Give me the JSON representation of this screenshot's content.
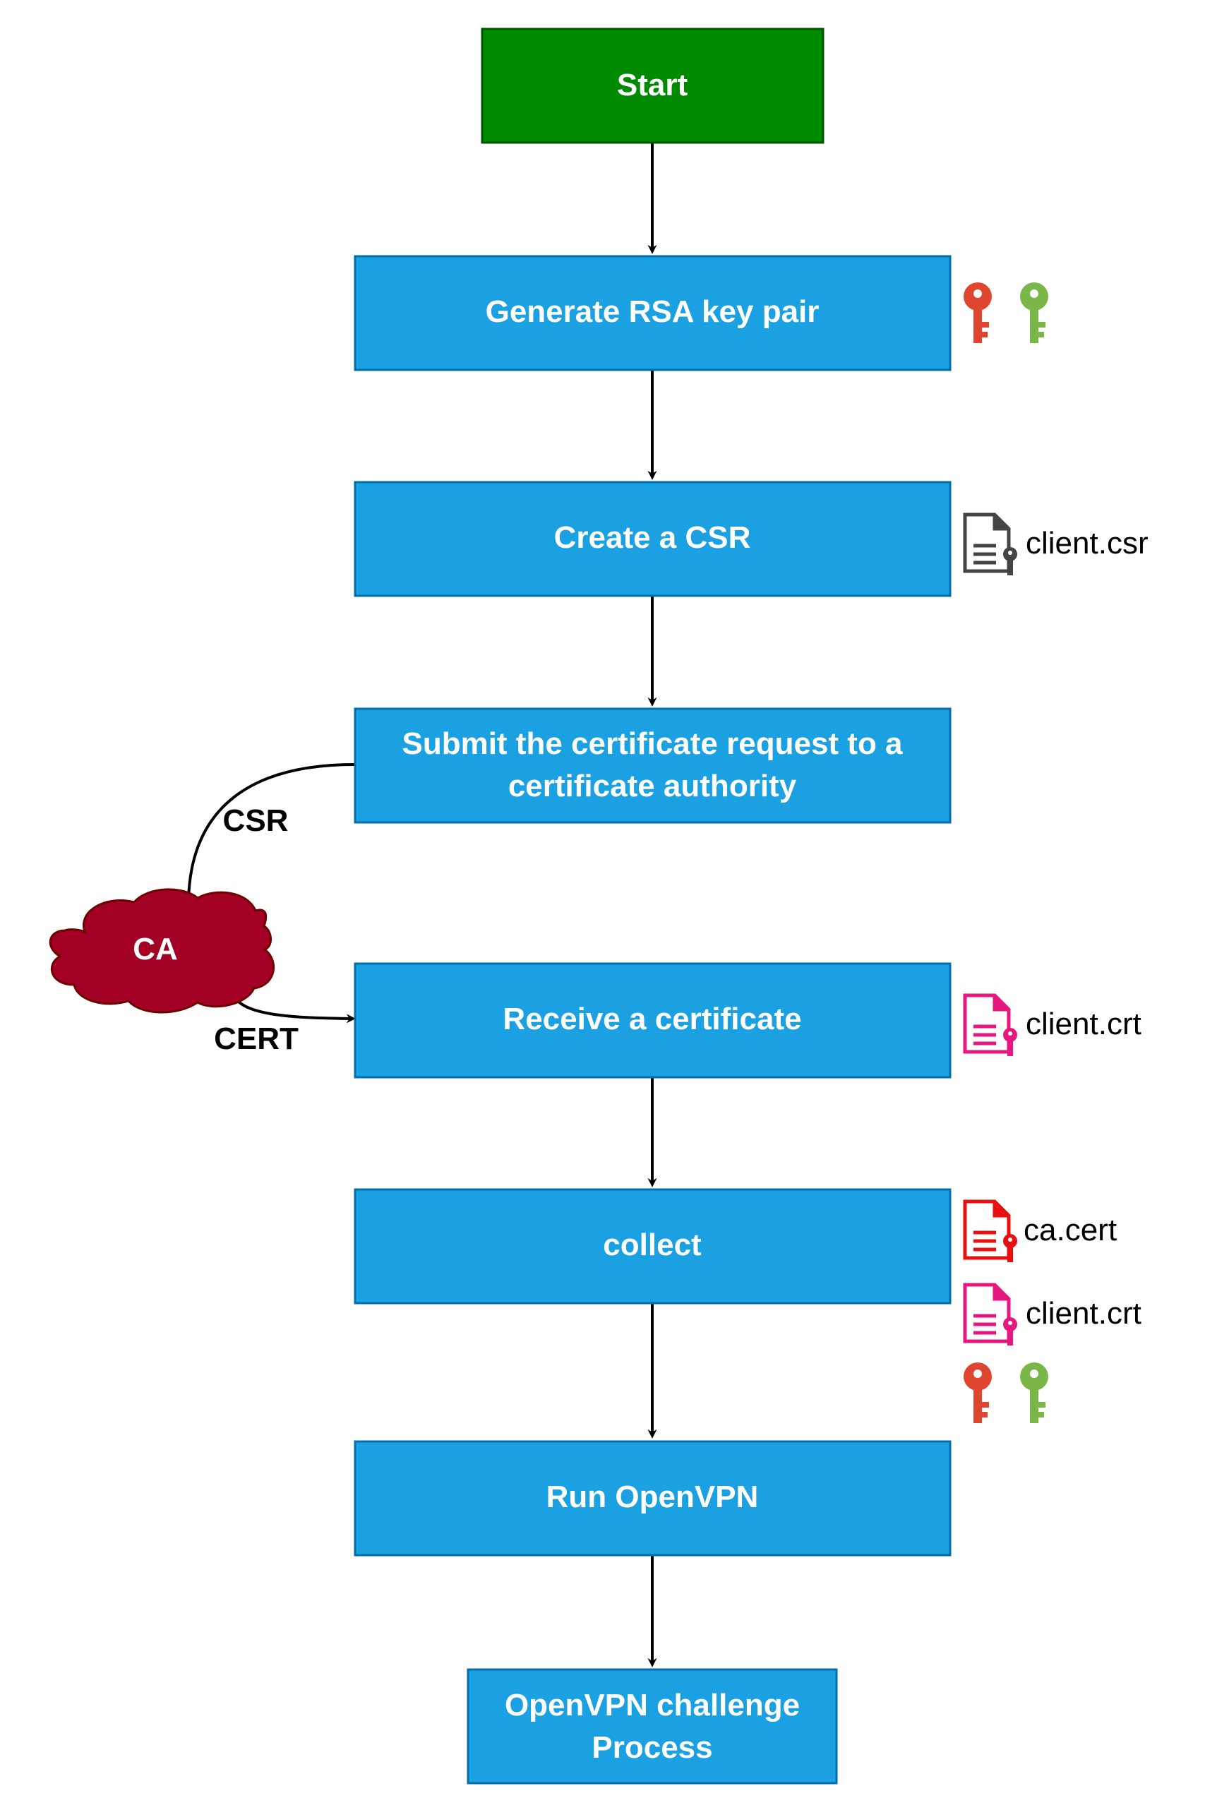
{
  "colors": {
    "start_fill": "#008a00",
    "start_stroke": "#005700",
    "process_fill": "#1ba1e2",
    "process_stroke": "#006eaf",
    "ca_fill": "#a20025",
    "ca_stroke": "#6f0000",
    "key_red": "#e0452f",
    "key_green": "#7ab648",
    "doc_gray": "#444444",
    "doc_pink": "#e6177f",
    "doc_red": "#e8100e",
    "arrow": "#000000"
  },
  "nodes": {
    "start": "Start",
    "generate_key": "Generate RSA key pair",
    "create_csr": "Create a CSR",
    "submit_line1": "Submit the certificate request to a",
    "submit_line2": "certificate authority",
    "ca": "CA",
    "receive_cert": "Receive a certificate",
    "collect": "collect",
    "run_openvpn": "Run OpenVPN",
    "challenge_line1": "OpenVPN challenge",
    "challenge_line2": "Process"
  },
  "edge_labels": {
    "csr": "CSR",
    "cert": "CERT"
  },
  "files": {
    "client_csr": "client.csr",
    "client_crt": "client.crt",
    "ca_cert": "ca.cert",
    "client_crt_collect": "client.crt"
  },
  "icons": {
    "private_key": "key-red-icon",
    "public_key": "key-green-icon",
    "csr_document": "csr-document-icon",
    "certificate_document": "certificate-document-icon",
    "ca_document": "ca-certificate-document-icon"
  }
}
